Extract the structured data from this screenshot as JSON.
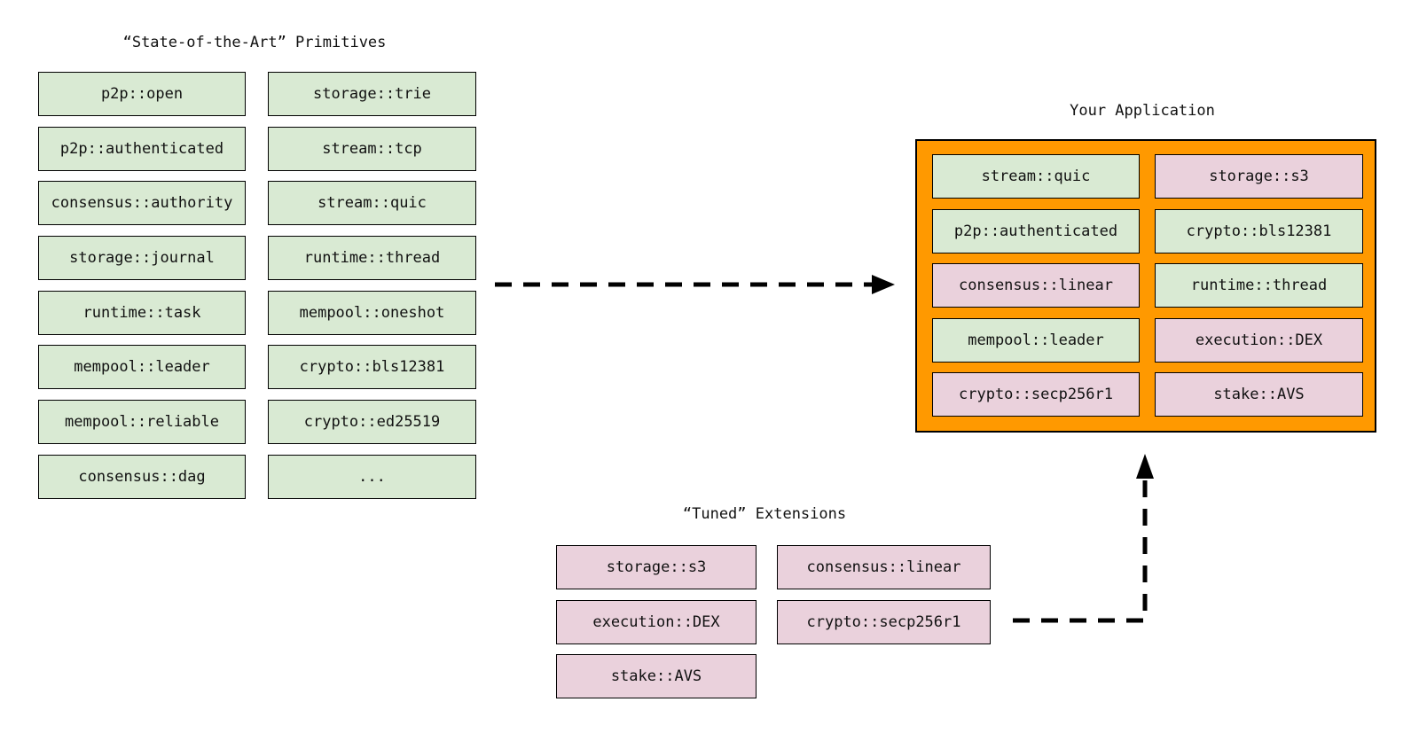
{
  "colors": {
    "primitive_green": "#d9ead3",
    "extension_pink": "#ead1dc",
    "application_orange": "#ff9900",
    "border_black": "#000000",
    "arrow_black": "#000000"
  },
  "primitives": {
    "title": "“State-of-the-Art” Primitives",
    "items": [
      {
        "label": "p2p::open",
        "variant": "green"
      },
      {
        "label": "storage::trie",
        "variant": "green"
      },
      {
        "label": "p2p::authenticated",
        "variant": "green"
      },
      {
        "label": "stream::tcp",
        "variant": "green"
      },
      {
        "label": "consensus::authority",
        "variant": "green"
      },
      {
        "label": "stream::quic",
        "variant": "green"
      },
      {
        "label": "storage::journal",
        "variant": "green"
      },
      {
        "label": "runtime::thread",
        "variant": "green"
      },
      {
        "label": "runtime::task",
        "variant": "green"
      },
      {
        "label": "mempool::oneshot",
        "variant": "green"
      },
      {
        "label": "mempool::leader",
        "variant": "green"
      },
      {
        "label": "crypto::bls12381",
        "variant": "green"
      },
      {
        "label": "mempool::reliable",
        "variant": "green"
      },
      {
        "label": "crypto::ed25519",
        "variant": "green"
      },
      {
        "label": "consensus::dag",
        "variant": "green"
      },
      {
        "label": "...",
        "variant": "green"
      }
    ]
  },
  "application": {
    "title": "Your Application",
    "items": [
      {
        "label": "stream::quic",
        "variant": "green"
      },
      {
        "label": "storage::s3",
        "variant": "pink"
      },
      {
        "label": "p2p::authenticated",
        "variant": "green"
      },
      {
        "label": "crypto::bls12381",
        "variant": "green"
      },
      {
        "label": "consensus::linear",
        "variant": "pink"
      },
      {
        "label": "runtime::thread",
        "variant": "green"
      },
      {
        "label": "mempool::leader",
        "variant": "green"
      },
      {
        "label": "execution::DEX",
        "variant": "pink"
      },
      {
        "label": "crypto::secp256r1",
        "variant": "pink"
      },
      {
        "label": "stake::AVS",
        "variant": "pink"
      }
    ]
  },
  "extensions": {
    "title": "“Tuned” Extensions",
    "items": [
      {
        "label": "storage::s3",
        "variant": "pink"
      },
      {
        "label": "consensus::linear",
        "variant": "pink"
      },
      {
        "label": "execution::DEX",
        "variant": "pink"
      },
      {
        "label": "crypto::secp256r1",
        "variant": "pink"
      },
      {
        "label": "stake::AVS",
        "variant": "pink"
      }
    ]
  }
}
